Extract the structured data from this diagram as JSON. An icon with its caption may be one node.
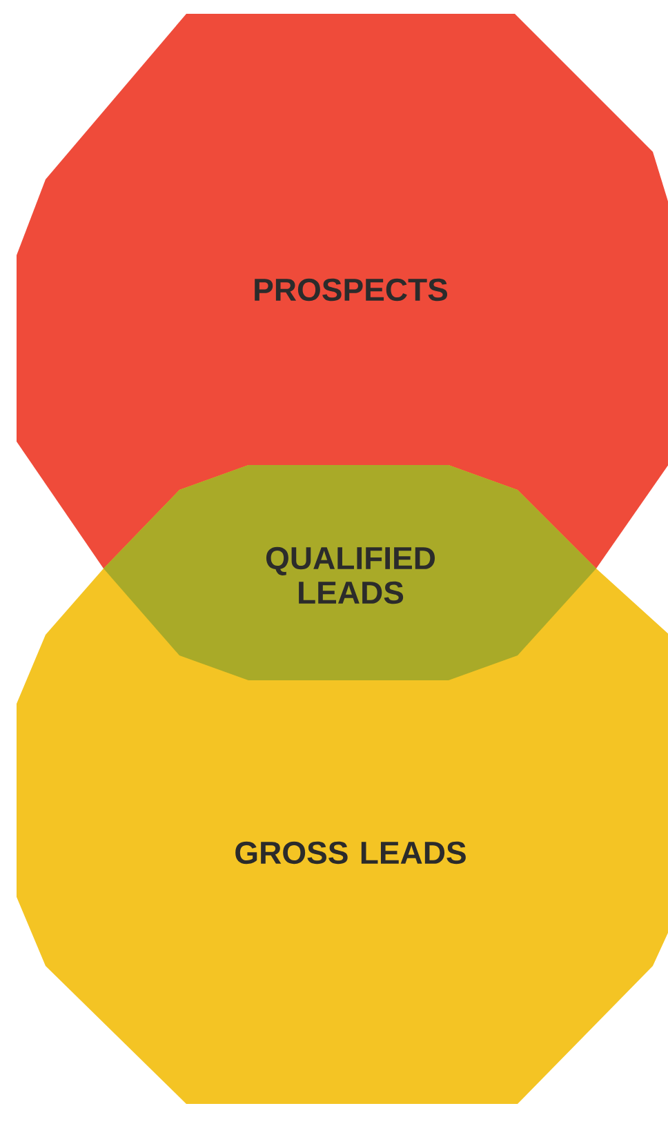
{
  "diagram": {
    "nodes": [
      {
        "text": [
          "PROSPECTS"
        ]
      },
      {
        "text": [
          "QUALIFIED LEADS"
        ]
      },
      {
        "text": [
          "GROSS LEADS"
        ]
      }
    ]
  }
}
